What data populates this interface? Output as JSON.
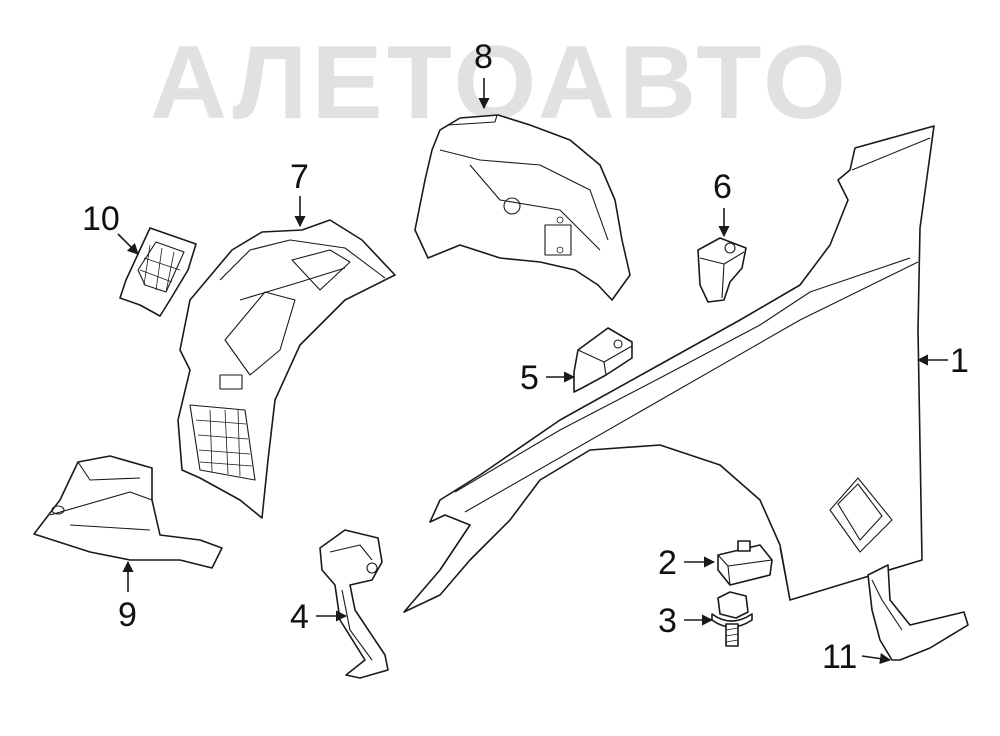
{
  "watermark": {
    "text": "АЛЕТОАВТО"
  },
  "colors": {
    "line": "#1a1a1a",
    "watermark": "#c9c9c9",
    "background": "#ffffff"
  },
  "callouts": [
    {
      "id": "1",
      "label": "1"
    },
    {
      "id": "2",
      "label": "2"
    },
    {
      "id": "3",
      "label": "3"
    },
    {
      "id": "4",
      "label": "4"
    },
    {
      "id": "5",
      "label": "5"
    },
    {
      "id": "6",
      "label": "6"
    },
    {
      "id": "7",
      "label": "7"
    },
    {
      "id": "8",
      "label": "8"
    },
    {
      "id": "9",
      "label": "9"
    },
    {
      "id": "10",
      "label": "10"
    },
    {
      "id": "11",
      "label": "11"
    }
  ]
}
